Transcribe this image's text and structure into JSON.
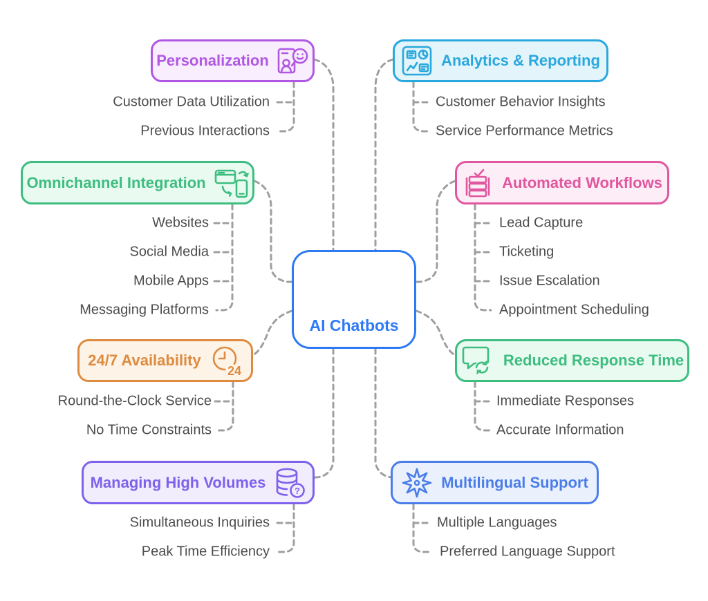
{
  "title": "AI Chatbots mind map",
  "connector_color": "#9f9f9f",
  "leaf_text_color": "#4c4c4c",
  "center": {
    "label": "AI Chatbots",
    "icon": "chatbot-robot-icon",
    "color": "#2e7af5",
    "fill": "#ffffff"
  },
  "branches": [
    {
      "label": "Personalization",
      "icon": "person-magnifier-smiley-icon",
      "color": "#b158e3",
      "fill": "#f8eefd",
      "children": [
        "Customer Data Utilization",
        "Previous Interactions"
      ]
    },
    {
      "label": "Analytics & Reporting",
      "icon": "dashboard-charts-icon",
      "color": "#29a8de",
      "fill": "#e3f4fb",
      "children": [
        "Customer Behavior Insights",
        "Service Performance Metrics"
      ]
    },
    {
      "label": "Omnichannel Integration",
      "icon": "device-sync-icon",
      "color": "#3dbd80",
      "fill": "#e9faf0",
      "children": [
        "Websites",
        "Social Media",
        "Mobile Apps",
        "Messaging Platforms"
      ]
    },
    {
      "label": "Automated Workflows",
      "icon": "workflow-check-icon",
      "color": "#e0569f",
      "fill": "#fdedf6",
      "children": [
        "Lead Capture",
        "Ticketing",
        "Issue Escalation",
        "Appointment Scheduling"
      ]
    },
    {
      "label": "24/7 Availability",
      "icon": "clock-24-icon",
      "color": "#dd8b41",
      "fill": "#fdf3e6",
      "children": [
        "Round-the-Clock Service",
        "No Time Constraints"
      ]
    },
    {
      "label": "Reduced Response Time",
      "icon": "chat-refresh-icon",
      "color": "#3dbd80",
      "fill": "#e9faf0",
      "children": [
        "Immediate Responses",
        "Accurate Information"
      ]
    },
    {
      "label": "Managing High Volumes",
      "icon": "database-question-icon",
      "color": "#7e61ea",
      "fill": "#f1edfd",
      "children": [
        "Simultaneous Inquiries",
        "Peak Time Efficiency"
      ]
    },
    {
      "label": "Multilingual Support",
      "icon": "star-burst-icon",
      "color": "#4b7de9",
      "fill": "#eaf1fd",
      "children": [
        "Multiple Languages",
        "Preferred Language Support"
      ]
    }
  ]
}
